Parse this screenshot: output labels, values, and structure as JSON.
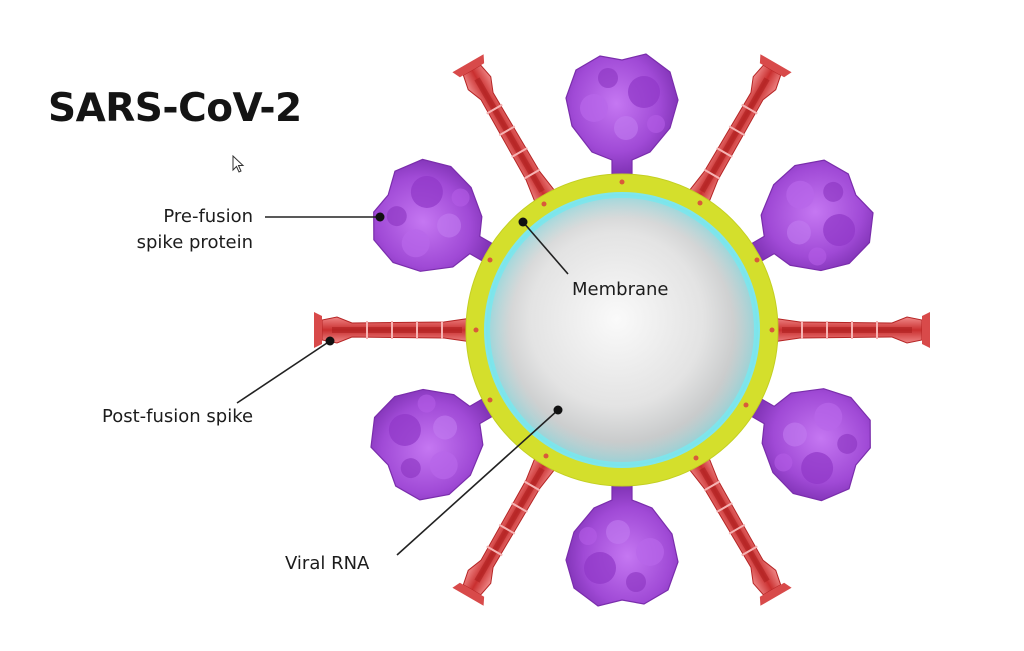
{
  "title": "SARS-CoV-2",
  "labels": {
    "prefusion_line1": "Pre-fusion",
    "prefusion_line2": "spike protein",
    "membrane": "Membrane",
    "postfusion": "Post-fusion spike",
    "viral_rna": "Viral RNA"
  },
  "colors": {
    "envelope": "#d4df2c",
    "membrane_ring": "#7fe6ec",
    "core_light": "#fbfbfb",
    "core_dark": "#bdbdbd",
    "prefusion_spike": "#a24ad8",
    "postfusion_spike": "#d94848",
    "leader_line": "#222222"
  },
  "icons": {
    "cursor": "mouse-pointer-icon"
  }
}
